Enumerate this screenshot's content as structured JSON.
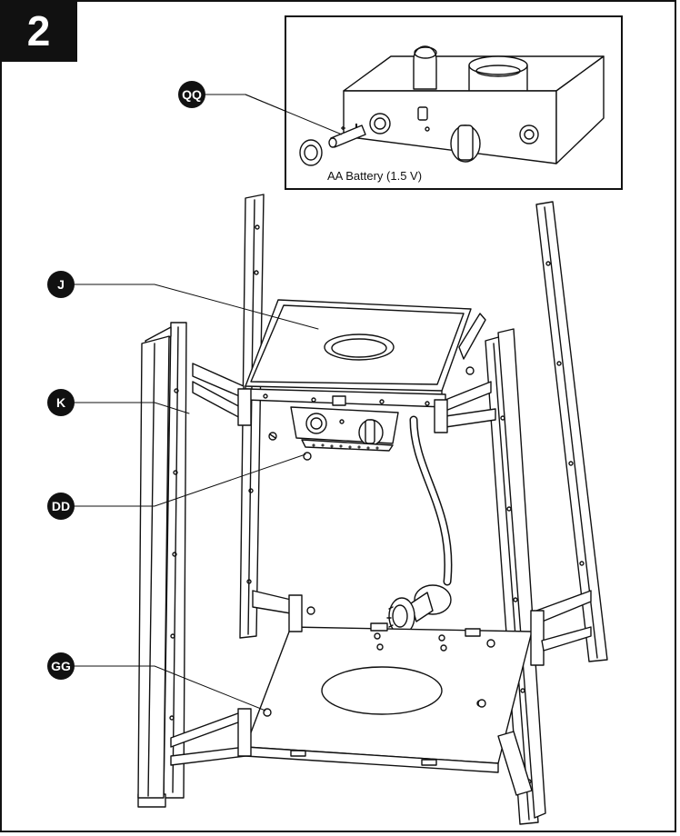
{
  "step": {
    "number": "2"
  },
  "inset": {
    "caption": "AA Battery (1.5 V)"
  },
  "callouts": {
    "qq": "QQ",
    "j": "J",
    "k": "K",
    "dd": "DD",
    "gg": "GG"
  },
  "colors": {
    "ink": "#111111",
    "paper": "#ffffff",
    "shade": "#e9e9e9"
  }
}
